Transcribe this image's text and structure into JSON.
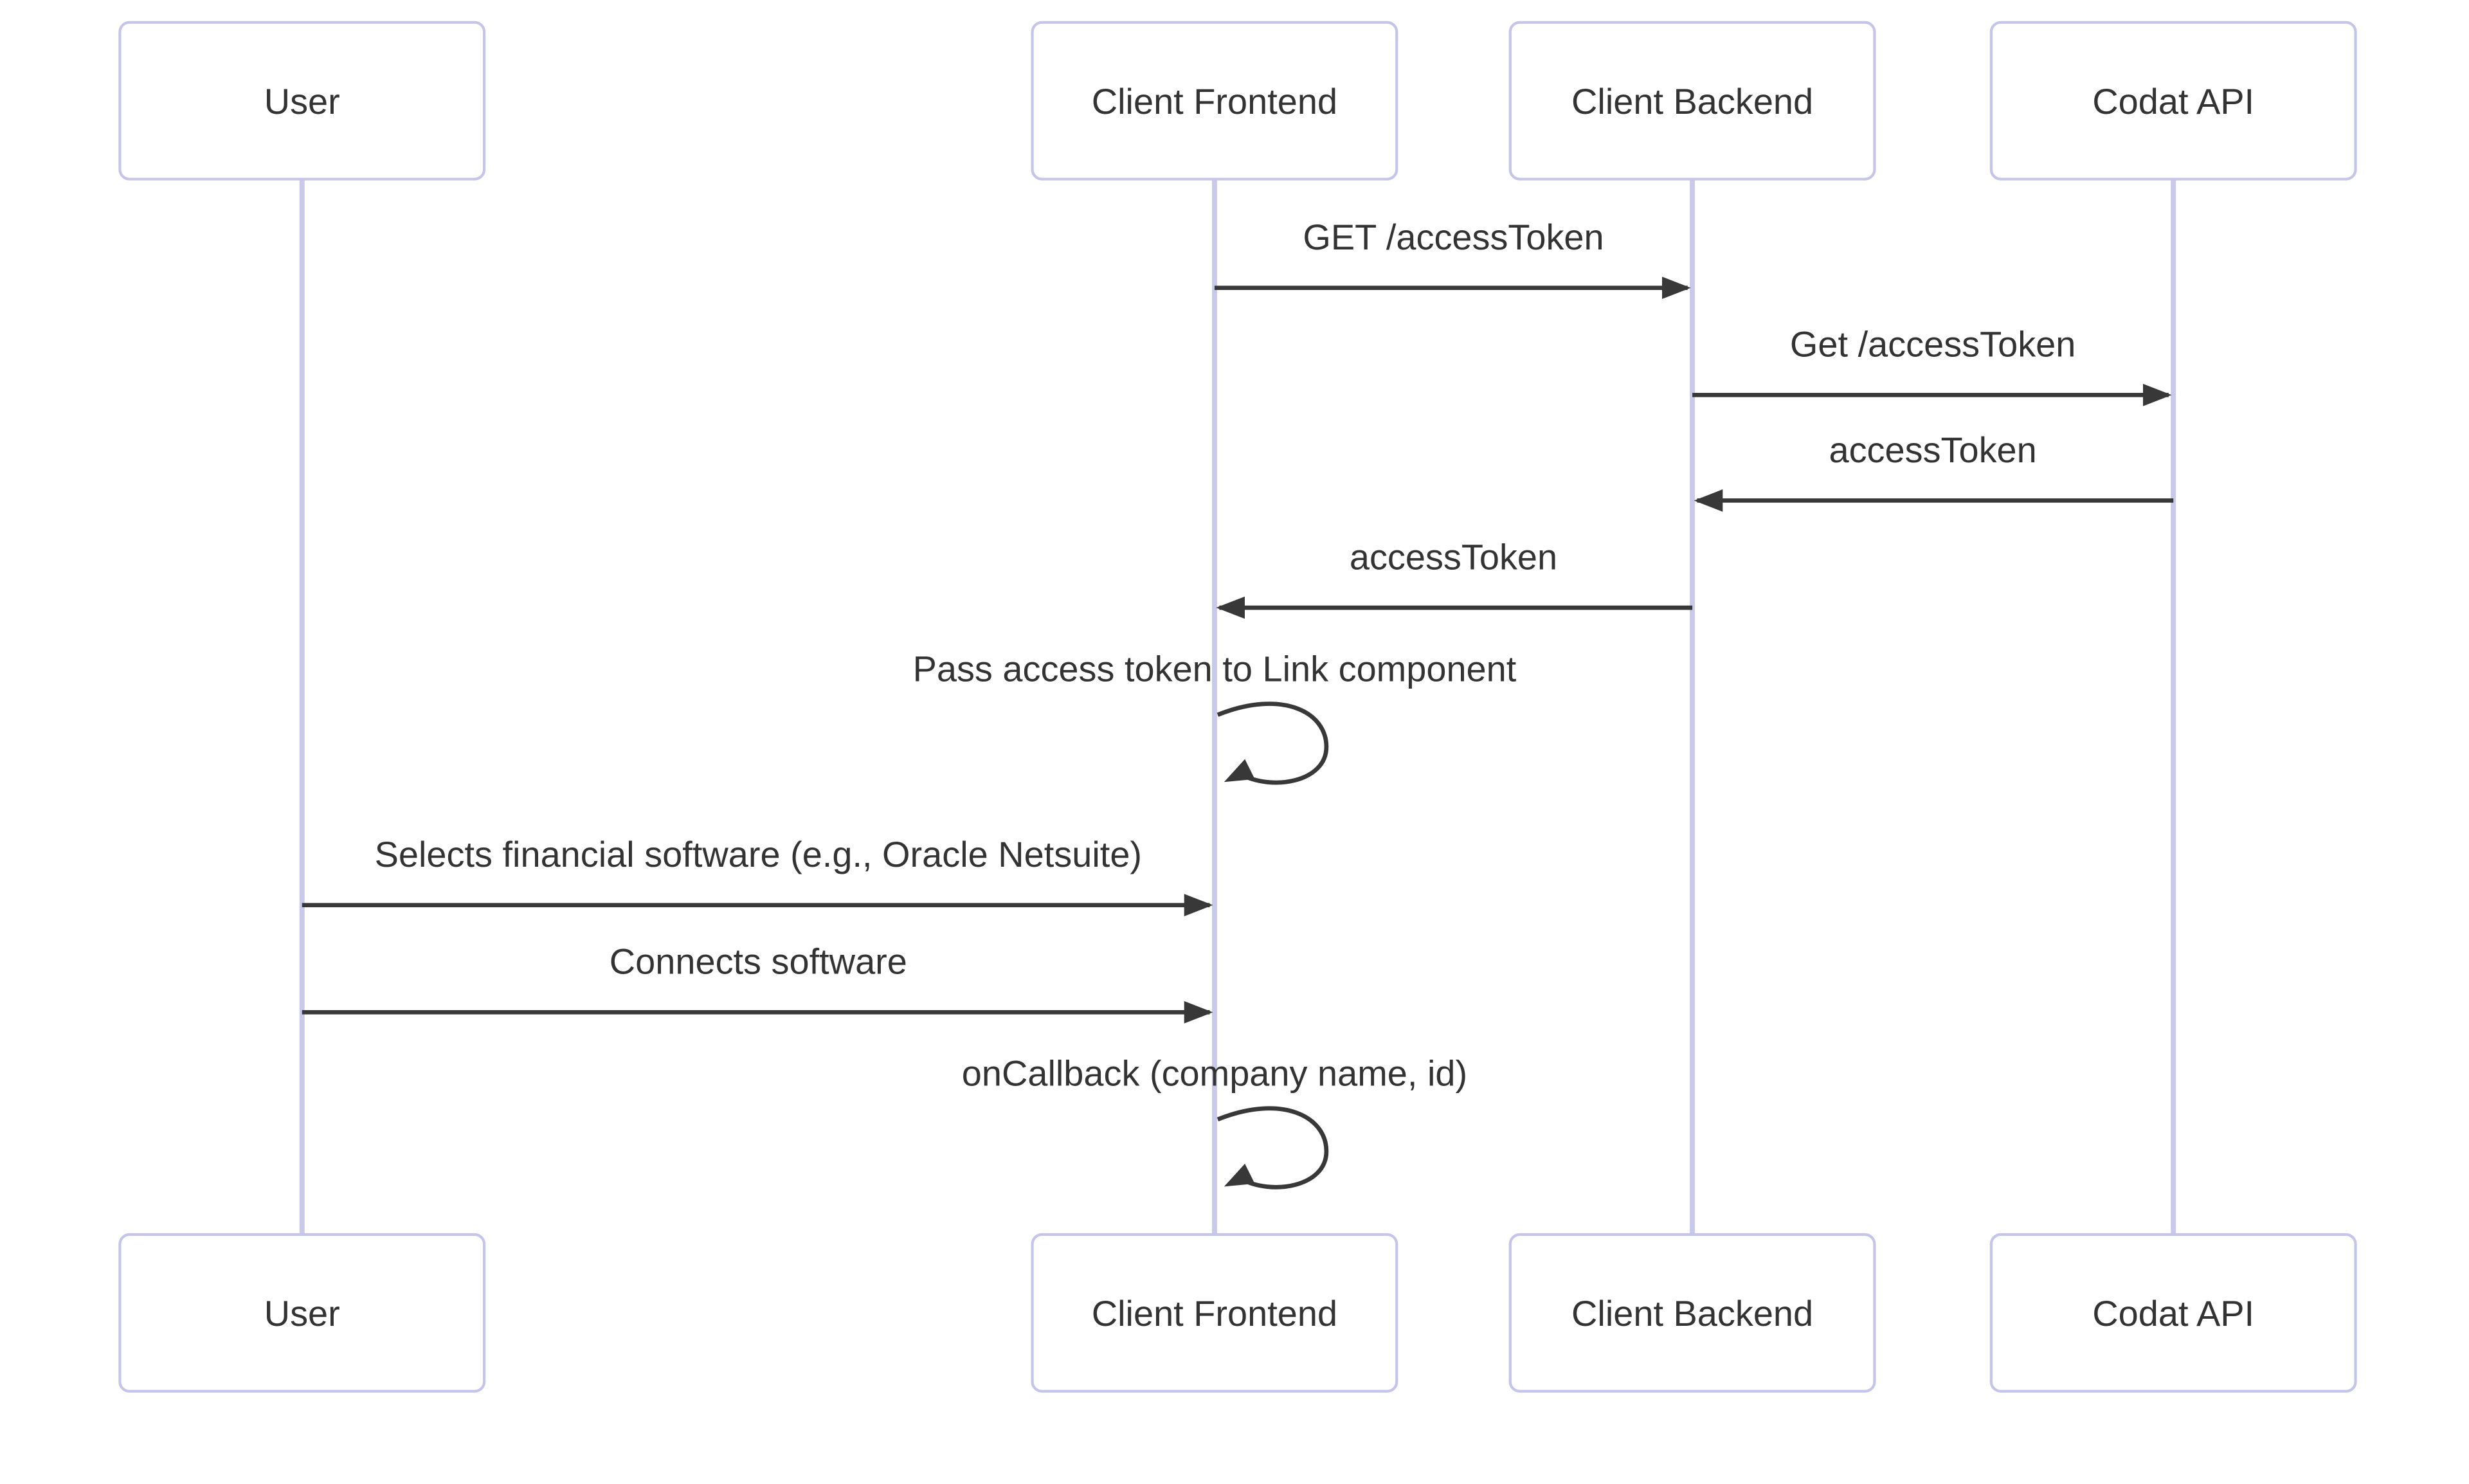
{
  "diagram": {
    "type": "sequence-diagram",
    "background": "#ffffff",
    "colors": {
      "actor_border": "#c5c5e9",
      "actor_fill": "#ffffff",
      "lifeline": "#c9c9ea",
      "message_line": "#383838",
      "text": "#333333"
    },
    "actors": [
      {
        "id": "user",
        "label": "User"
      },
      {
        "id": "client-frontend",
        "label": "Client Frontend"
      },
      {
        "id": "client-backend",
        "label": "Client Backend"
      },
      {
        "id": "codat-api",
        "label": "Codat API"
      }
    ],
    "messages": [
      {
        "from": "client-frontend",
        "to": "client-backend",
        "label": "GET /accessToken",
        "kind": "arrow"
      },
      {
        "from": "client-backend",
        "to": "codat-api",
        "label": "Get /accessToken",
        "kind": "arrow"
      },
      {
        "from": "codat-api",
        "to": "client-backend",
        "label": "accessToken",
        "kind": "arrow"
      },
      {
        "from": "client-backend",
        "to": "client-frontend",
        "label": "accessToken",
        "kind": "arrow"
      },
      {
        "from": "client-frontend",
        "to": "client-frontend",
        "label": "Pass access token to Link component",
        "kind": "self"
      },
      {
        "from": "user",
        "to": "client-frontend",
        "label": "Selects financial software (e.g., Oracle Netsuite)",
        "kind": "arrow"
      },
      {
        "from": "user",
        "to": "client-frontend",
        "label": "Connects software",
        "kind": "arrow"
      },
      {
        "from": "client-frontend",
        "to": "client-frontend",
        "label": "onCallback (company name, id)",
        "kind": "self"
      }
    ]
  }
}
